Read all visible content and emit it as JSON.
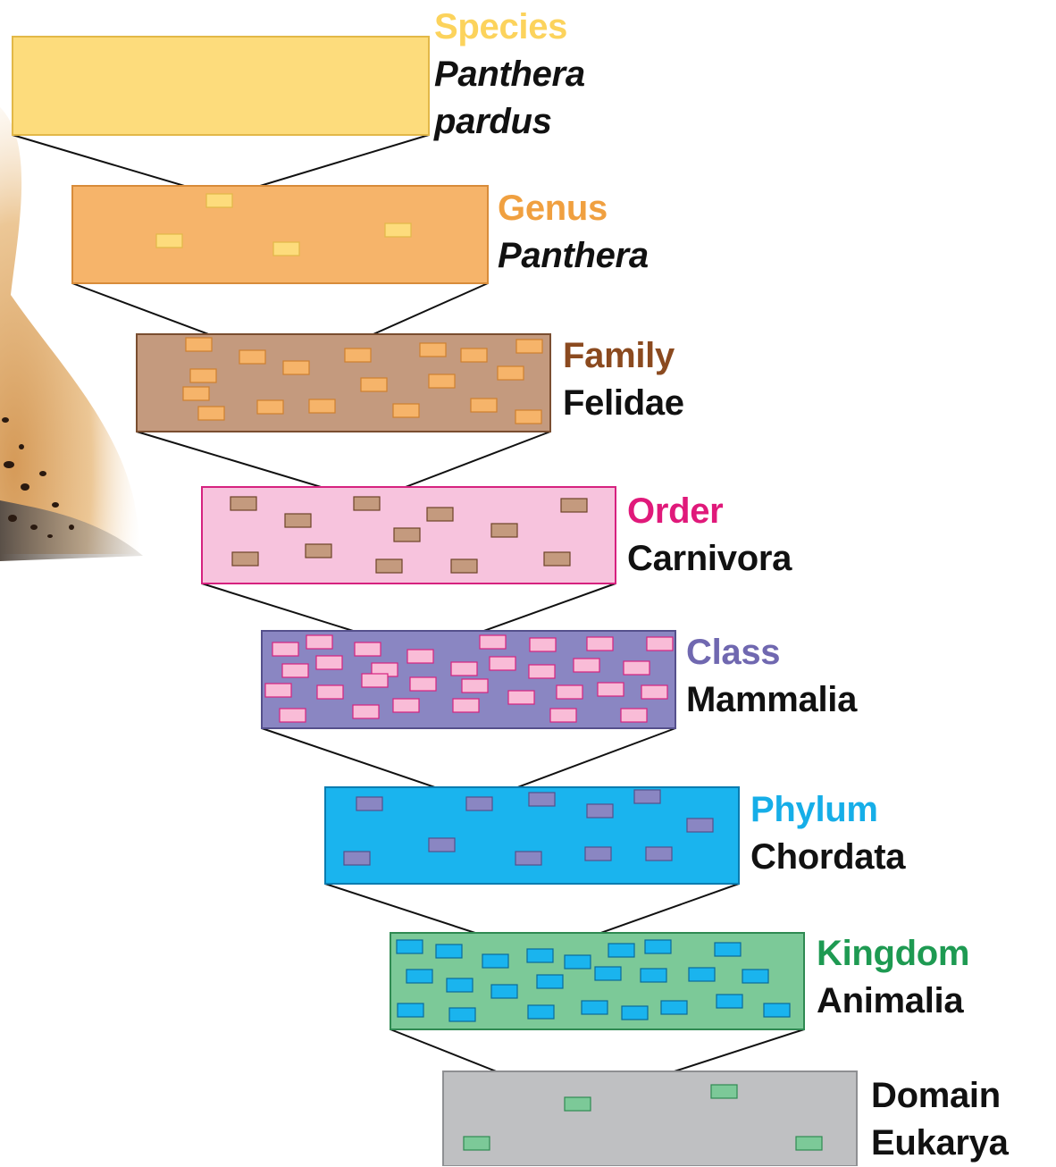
{
  "levels": [
    {
      "rank": "Species",
      "names": [
        "Panthera",
        "pardus"
      ],
      "italic": true,
      "rank_color": "#fcd35c",
      "box_fill": "#fddc7c",
      "box_stroke": "#e2b848",
      "chip_fill": null,
      "chip_stroke": null
    },
    {
      "rank": "Genus",
      "names": [
        "Panthera"
      ],
      "italic": true,
      "rank_color": "#f0a040",
      "box_fill": "#f6b46a",
      "box_stroke": "#d88c3a",
      "chip_fill": "#fddc7c",
      "chip_stroke": "#e2b848"
    },
    {
      "rank": "Family",
      "names": [
        "Felidae"
      ],
      "italic": false,
      "rank_color": "#8b4a1f",
      "box_fill": "#c49a7e",
      "box_stroke": "#7a4e30",
      "chip_fill": "#f6b46a",
      "chip_stroke": "#cf8030"
    },
    {
      "rank": "Order",
      "names": [
        "Carnivora"
      ],
      "italic": false,
      "rank_color": "#e0197a",
      "box_fill": "#f7c3dd",
      "box_stroke": "#d6227f",
      "chip_fill": "#c49a7e",
      "chip_stroke": "#6e4428"
    },
    {
      "rank": "Class",
      "names": [
        "Mammalia"
      ],
      "italic": false,
      "rank_color": "#7068b0",
      "box_fill": "#8a86c2",
      "box_stroke": "#55508c",
      "chip_fill": "#f9bcd7",
      "chip_stroke": "#d6227f"
    },
    {
      "rank": "Phylum",
      "names": [
        "Chordata"
      ],
      "italic": false,
      "rank_color": "#16aee8",
      "box_fill": "#1ab4ee",
      "box_stroke": "#0a7cb0",
      "chip_fill": "#8a86c2",
      "chip_stroke": "#55508c"
    },
    {
      "rank": "Kingdom",
      "names": [
        "Animalia"
      ],
      "italic": false,
      "rank_color": "#1e9a52",
      "box_fill": "#7cc998",
      "box_stroke": "#2f8a52",
      "chip_fill": "#1ab4ee",
      "chip_stroke": "#0a6a9a"
    },
    {
      "rank": "Domain",
      "names": [
        "Eukarya"
      ],
      "italic": false,
      "rank_color": "#111111",
      "box_fill": "#bfc0c2",
      "box_stroke": "#8e8f92",
      "chip_fill": "#7cc998",
      "chip_stroke": "#2f8a52"
    }
  ],
  "colors": {
    "connector_line": "#111111",
    "leopard_fur": "#e0b070",
    "leopard_spots": "#2a1a10"
  }
}
